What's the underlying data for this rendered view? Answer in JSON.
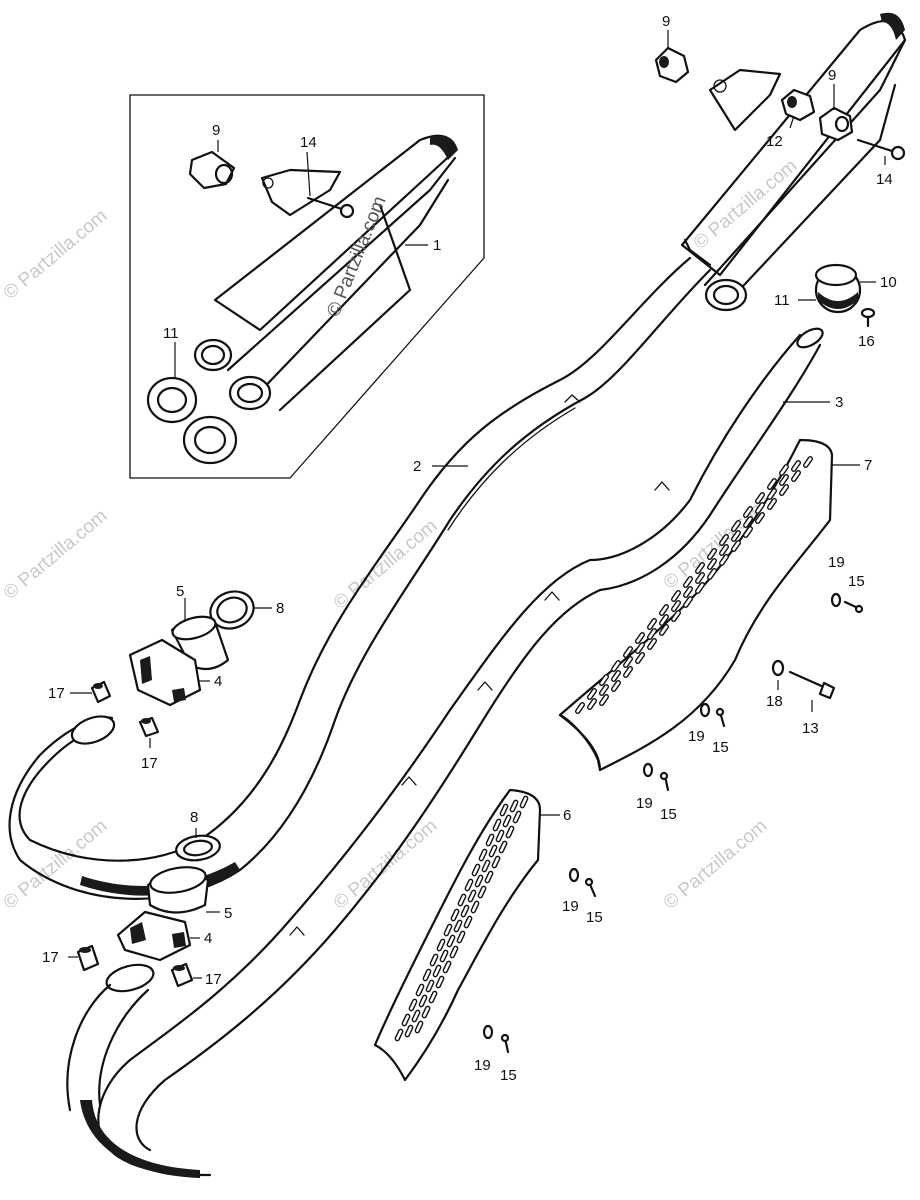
{
  "watermark": {
    "text": "© Partzilla.com"
  },
  "callouts": {
    "c1": "1",
    "c2": "2",
    "c3": "3",
    "c4a": "4",
    "c4b": "4",
    "c5a": "5",
    "c5b": "5",
    "c6": "6",
    "c7": "7",
    "c8a": "8",
    "c8b": "8",
    "c9a": "9",
    "c9b": "9",
    "c9c": "9",
    "c10": "10",
    "c11a": "11",
    "c11b": "11",
    "c12": "12",
    "c13": "13",
    "c14a": "14",
    "c14b": "14",
    "c15a": "15",
    "c15b": "15",
    "c15c": "15",
    "c15d": "15",
    "c15e": "15",
    "c16": "16",
    "c17a": "17",
    "c17b": "17",
    "c17c": "17",
    "c17d": "17",
    "c18": "18",
    "c19a": "19",
    "c19b": "19",
    "c19c": "19",
    "c19d": "19",
    "c19e": "19"
  },
  "colors": {
    "ink": "#111111",
    "paper": "#ffffff",
    "watermark": "#c9c9c9"
  }
}
